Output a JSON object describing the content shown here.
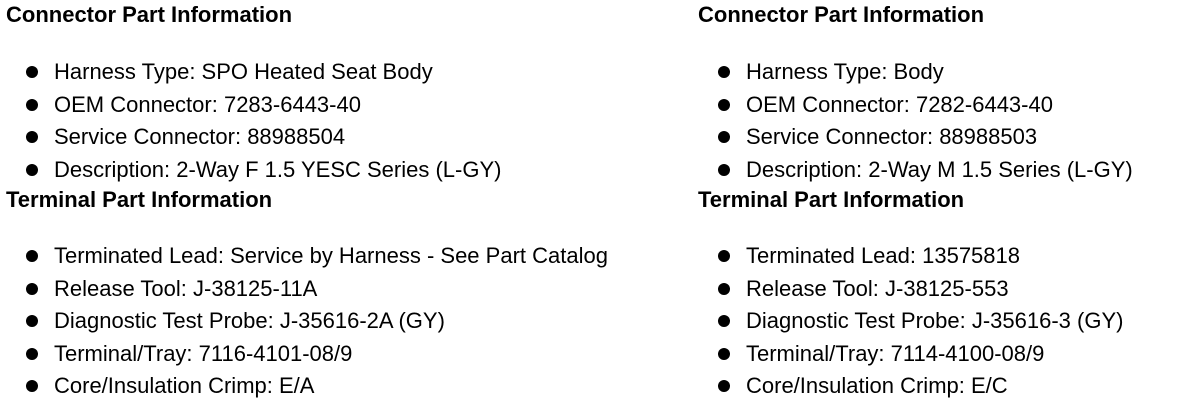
{
  "left": {
    "connector_title": "Connector Part Information",
    "connector_items": [
      "Harness Type: SPO Heated Seat Body",
      "OEM Connector: 7283-6443-40",
      "Service Connector: 88988504",
      "Description: 2-Way F 1.5 YESC Series (L-GY)"
    ],
    "terminal_title": "Terminal Part Information",
    "terminal_items": [
      "Terminated Lead: Service by Harness - See Part Catalog",
      "Release Tool: J-38125-11A",
      "Diagnostic Test Probe: J-35616-2A (GY)",
      "Terminal/Tray: 7116-4101-08/9",
      "Core/Insulation Crimp: E/A"
    ]
  },
  "right": {
    "connector_title": "Connector Part Information",
    "connector_items": [
      "Harness Type: Body",
      "OEM Connector: 7282-6443-40",
      "Service Connector: 88988503",
      "Description: 2-Way M 1.5 Series (L-GY)"
    ],
    "terminal_title": "Terminal Part Information",
    "terminal_items": [
      "Terminated Lead: 13575818",
      "Release Tool: J-38125-553",
      "Diagnostic Test Probe: J-35616-3 (GY)",
      "Terminal/Tray: 7114-4100-08/9",
      "Core/Insulation Crimp: E/C"
    ]
  }
}
